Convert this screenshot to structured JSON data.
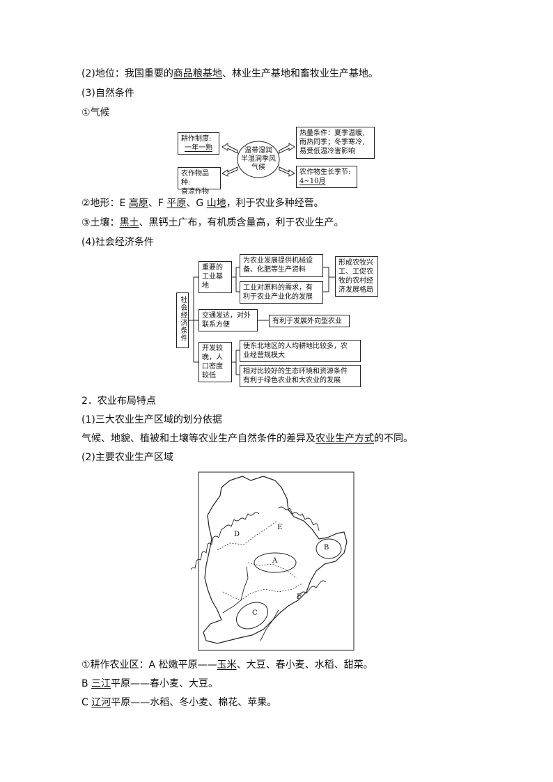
{
  "s2": {
    "pre": "(2)地位：我国重要的",
    "u1": "商品粮基地",
    "mid": "、林业生产基地和畜牧业生产基地。"
  },
  "s3": "(3)自然条件",
  "climate_heading": "①气候",
  "climate_diagram": {
    "center": [
      "温带湿润",
      "半湿润季风",
      "气候"
    ],
    "left_top": [
      "耕作制度:",
      "一年一熟"
    ],
    "left_bottom": [
      "农作物品种:",
      "喜凉作物"
    ],
    "right_top": [
      "热量条件：夏季温暖,",
      "雨热同季；冬季寒冷,",
      "易受低温冷害影响"
    ],
    "right_bottom": [
      "农作物生长季节:",
      "4~10月"
    ]
  },
  "terrain": {
    "a": "②地形：E ",
    "u1": "高原",
    "b": "、F ",
    "u2": "平原",
    "c": "、G ",
    "u3": "山地",
    "d": "，利于农业多种经营。"
  },
  "soil": {
    "a": "③土壤：",
    "u1": "黑土",
    "b": "、黑钙土广布，有机质含量高，利于农业生产。"
  },
  "s4": "(4)社会经济条件",
  "socio_diagram": {
    "root": "社会经济条件",
    "b1": [
      "重要的",
      "工业基",
      "地"
    ],
    "b1a": [
      "为农业发展提供机械设",
      "备、化肥等生产资料"
    ],
    "b1b": [
      "工业对原料的需求，有",
      "利于农业产业化的发展"
    ],
    "b1r": [
      "形成农牧兴",
      "工、工促农",
      "牧的农村经",
      "济发展格局"
    ],
    "b2": [
      "交通发达，对外",
      "联系方便"
    ],
    "b2r": [
      "有利于发展外向型农业"
    ],
    "b3": [
      "开发较",
      "晚，人",
      "口密度",
      "较低"
    ],
    "b3a": [
      "使东北地区的人均耕地比较多，农",
      "业经营规模大"
    ],
    "b3b": [
      "相对比较好的生态环境和资源条件",
      "有利于绿色农业和大农业的发展"
    ]
  },
  "sec2": "2．农业布局特点",
  "sec2_1": "(1)三大农业生产区域的划分依据",
  "basis": {
    "a": "气候、地貌、植被和土壤等农业生产自然条件的差异及",
    "u1": "农业生产方式",
    "b": "的不同。"
  },
  "sec2_2": "(2)主要农业生产区域",
  "map_labels": {
    "A": "A",
    "B": "B",
    "C": "C",
    "D": "D",
    "E": "E",
    "F": "F"
  },
  "farm1": {
    "a": "①耕作农业区：A 松嫩平原——",
    "u1": "玉米",
    "b": "、大豆、春小麦、水稻、甜菜。"
  },
  "farm2": {
    "a": "B ",
    "u1": "三江",
    "b": "平原——春小麦、大豆。"
  },
  "farm3": {
    "a": "C ",
    "u1": "辽河",
    "b": "平原——水稻、冬小麦、棉花、苹果。"
  }
}
